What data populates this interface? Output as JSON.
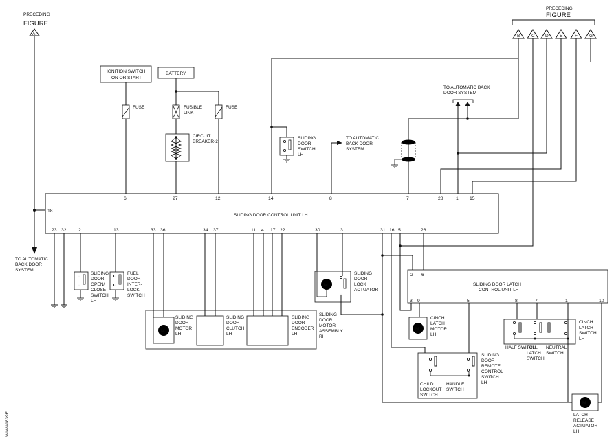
{
  "preceding_figure_left": {
    "line1": "PRECEDING",
    "line2": "FIGURE",
    "connector": "A"
  },
  "preceding_figure_right": {
    "line1": "PRECEDING",
    "line2": "FIGURE",
    "connectors": [
      "B",
      "C",
      "D",
      "E",
      "F",
      "G"
    ]
  },
  "ignition_switch": {
    "line1": "IGNITION SWITCH",
    "line2": "ON OR START"
  },
  "battery": "BATTERY",
  "fuse_label": "FUSE",
  "fusible_link": {
    "line1": "FUSIBLE",
    "line2": "LINK"
  },
  "circuit_breaker": {
    "line1": "CIRCUIT",
    "line2": "BREAKER-2"
  },
  "sliding_door_switch": [
    "SLIDING",
    "DOOR",
    "SWITCH",
    "LH"
  ],
  "to_auto_back_door_mid": [
    "TO AUTOMATIC",
    "BACK DOOR",
    "SYSTEM"
  ],
  "to_auto_back_door_top": [
    "TO AUTOMATIC BACK",
    "DOOR SYSTEM"
  ],
  "to_auto_back_door_left": [
    "TO AUTOMATIC",
    "BACK DOOR",
    "SYSTEM"
  ],
  "control_unit": {
    "title": "SLIDING DOOR CONTROL UNIT LH",
    "top_pins": [
      "6",
      "27",
      "12",
      "14",
      "8",
      "7",
      "28",
      "1",
      "15"
    ],
    "left_pin": "18",
    "bottom_pins": [
      "23",
      "32",
      "2",
      "13",
      "33",
      "36",
      "34",
      "37",
      "11",
      "4",
      "17",
      "22",
      "30",
      "3",
      "31",
      "16",
      "5",
      "26"
    ]
  },
  "open_close_switch": [
    "SLIDING",
    "DOOR",
    "OPEN/",
    "CLOSE",
    "SWITCH",
    "LH"
  ],
  "fuel_door_switch": [
    "FUEL",
    "DOOR",
    "INTER-",
    "LOCK",
    "SWITCH"
  ],
  "lock_actuator": [
    "SLIDING",
    "DOOR",
    "LOCK",
    "ACTUATOR"
  ],
  "motor_assembly": {
    "motor": [
      "SLIDING",
      "DOOR",
      "MOTOR",
      "LH"
    ],
    "clutch": [
      "SLIDING",
      "DOOR",
      "CLUTCH",
      "LH"
    ],
    "encoder": [
      "SLIDING",
      "DOOR",
      "ENCODER",
      "LH"
    ],
    "assembly": [
      "SLIDING",
      "DOOR",
      "MOTOR",
      "ASSEMBLY",
      "RH"
    ]
  },
  "latch_control_unit": {
    "title": [
      "SLIDING DOOR LATCH",
      "CONTROL UNIT LH"
    ],
    "top_pins": [
      "2",
      "6"
    ],
    "bottom_pins": [
      "3",
      "9",
      "5",
      "8",
      "7",
      "1",
      "10"
    ]
  },
  "cinch_latch_motor": [
    "CINCH",
    "LATCH",
    "MOTOR",
    "LH"
  ],
  "cinch_latch_switch": [
    "CINCH",
    "LATCH",
    "SWITCH",
    "LH"
  ],
  "half_switch": "HALF SWITCH",
  "full_latch_switch": [
    "FULL",
    "LATCH",
    "SWITCH"
  ],
  "neutral_switch": [
    "NEUTRAL",
    "SWITCH"
  ],
  "remote_control_switch": [
    "SLIDING",
    "DOOR",
    "REMOTE",
    "CONTROL",
    "SWITCH",
    "LH"
  ],
  "child_lockout": [
    "CHILD",
    "LOCKOUT",
    "SWITCH"
  ],
  "handle_switch": [
    "HANDLE",
    "SWITCH"
  ],
  "latch_release_actuator": [
    "LATCH",
    "RELEASE",
    "ACTUATOR",
    "LH"
  ],
  "motor_symbol": "M",
  "figure_code": "WIWA1839E"
}
